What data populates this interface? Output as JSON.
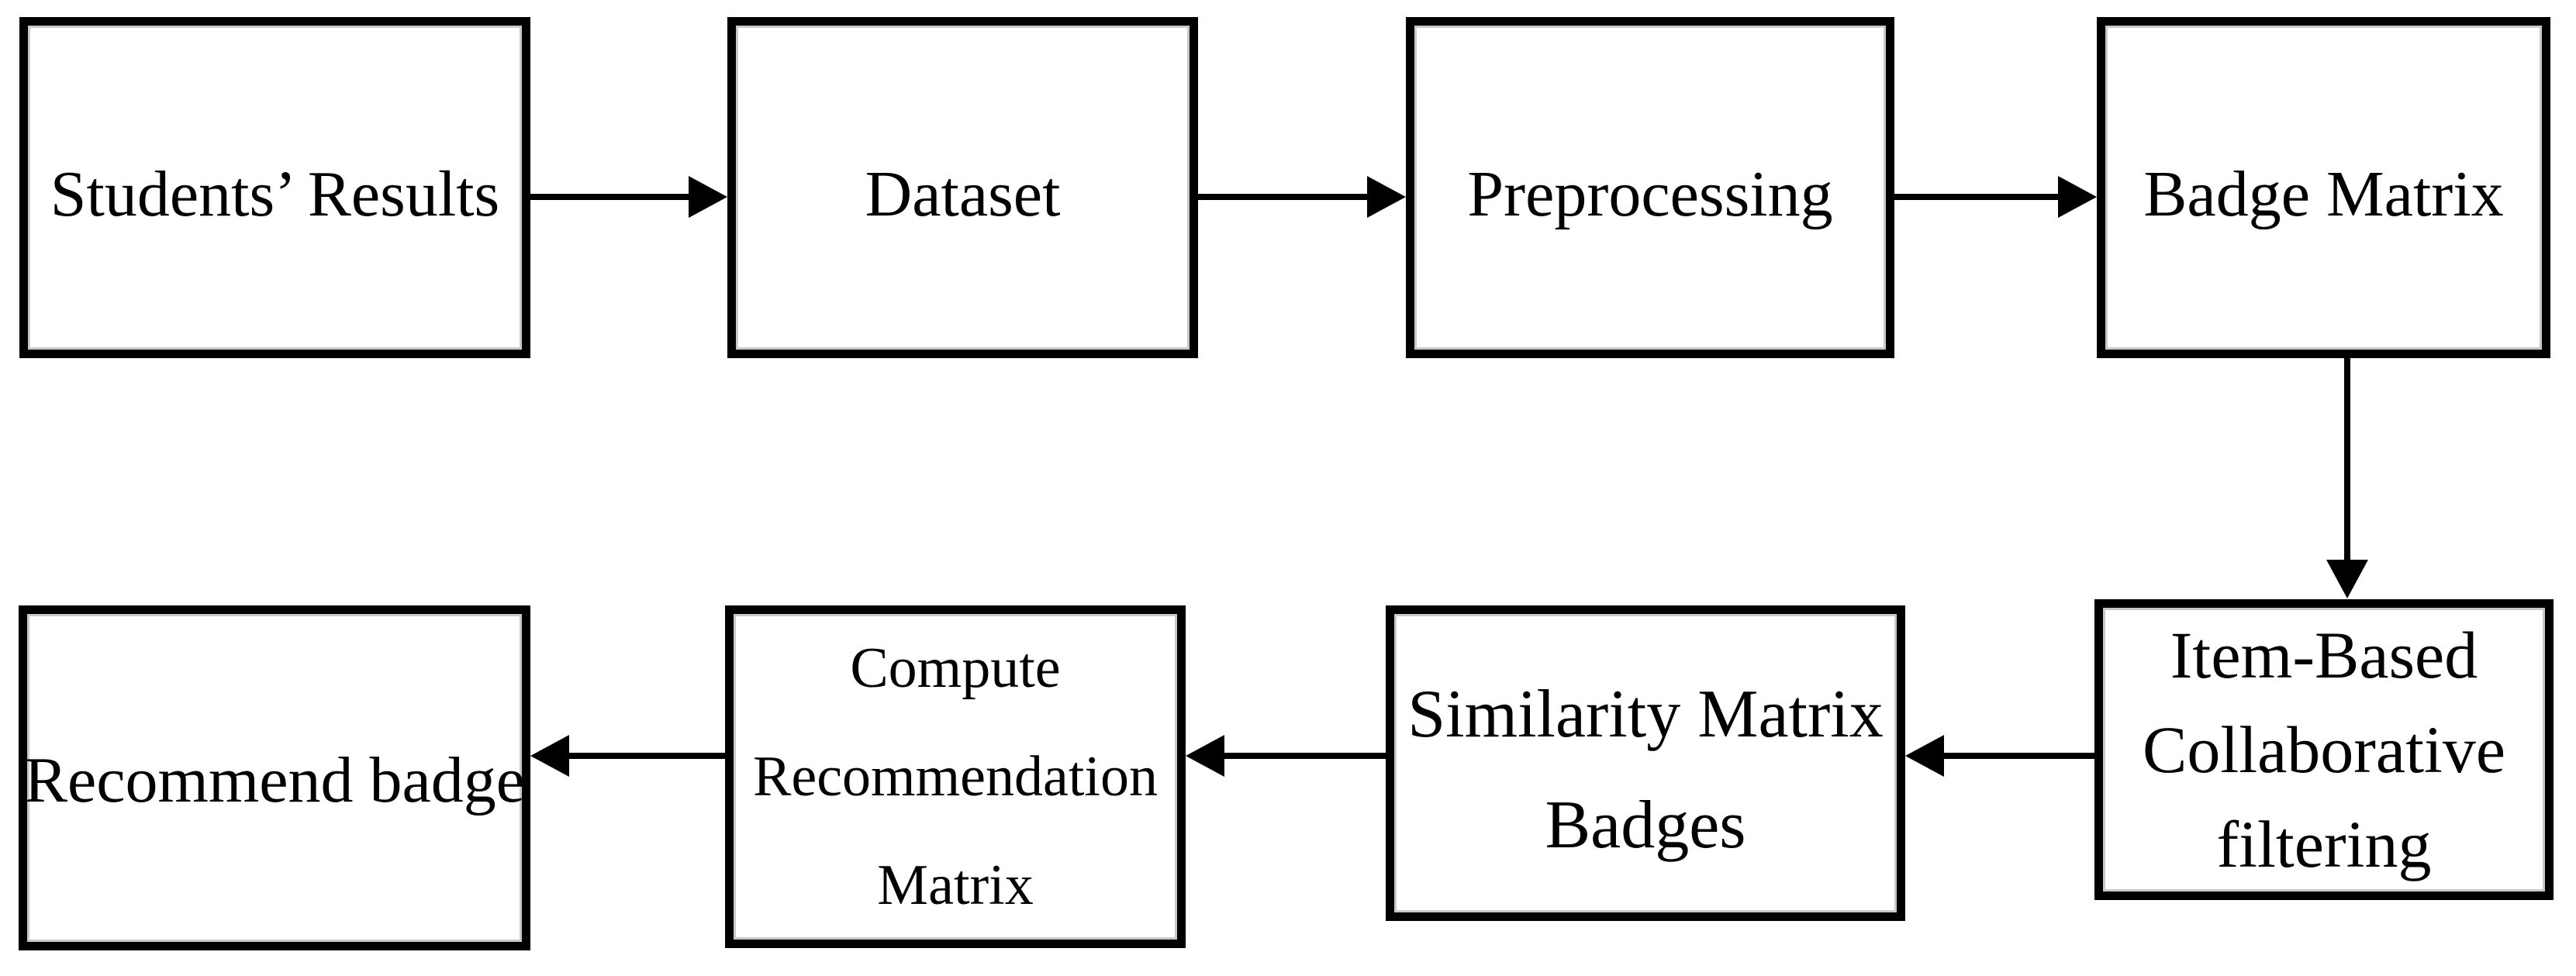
{
  "colors": {
    "line": "#000000",
    "background": "#ffffff",
    "border_inner_highlight": "#c9c9c9"
  },
  "nodes": [
    {
      "id": "students-results",
      "lines": [
        "Students’ Results"
      ]
    },
    {
      "id": "dataset",
      "lines": [
        "Dataset"
      ]
    },
    {
      "id": "preprocessing",
      "lines": [
        "Preprocessing"
      ]
    },
    {
      "id": "badge-matrix",
      "lines": [
        "Badge Matrix"
      ]
    },
    {
      "id": "item-based-collaborative-filtering",
      "lines": [
        "Item-Based",
        "Collaborative",
        "filtering"
      ]
    },
    {
      "id": "similarity-matrix-badges",
      "lines": [
        "Similarity Matrix",
        "Badges"
      ]
    },
    {
      "id": "compute-recommendation-matrix",
      "lines": [
        "Compute",
        "Recommendation",
        "Matrix"
      ]
    },
    {
      "id": "recommend-badge",
      "lines": [
        "Recommend badge"
      ]
    }
  ],
  "edges": [
    {
      "from": "students-results",
      "to": "dataset",
      "direction": "right"
    },
    {
      "from": "dataset",
      "to": "preprocessing",
      "direction": "right"
    },
    {
      "from": "preprocessing",
      "to": "badge-matrix",
      "direction": "right"
    },
    {
      "from": "badge-matrix",
      "to": "item-based-collaborative-filtering",
      "direction": "down"
    },
    {
      "from": "item-based-collaborative-filtering",
      "to": "similarity-matrix-badges",
      "direction": "left"
    },
    {
      "from": "similarity-matrix-badges",
      "to": "compute-recommendation-matrix",
      "direction": "left"
    },
    {
      "from": "compute-recommendation-matrix",
      "to": "recommend-badge",
      "direction": "left"
    }
  ]
}
